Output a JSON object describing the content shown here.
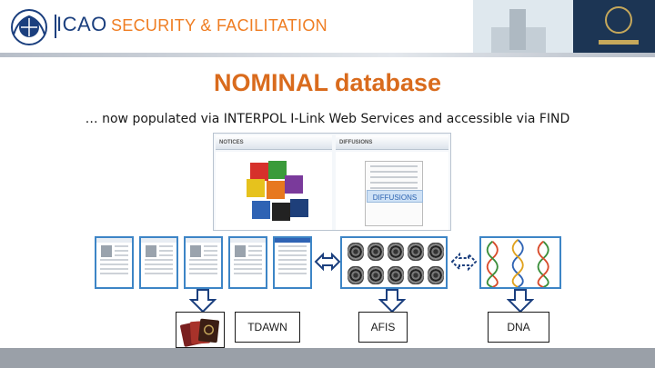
{
  "header": {
    "org": "ICAO",
    "division": "SECURITY & FACILITATION"
  },
  "slide": {
    "title": "NOMINAL database",
    "subtitle": "… now populated via INTERPOL I-Link Web Services and accessible via FIND"
  },
  "screenshot": {
    "tab_notices": "NOTICES",
    "tab_diffusions": "DIFFUSIONS",
    "diffusions_banner": "DIFFUSIONS"
  },
  "labels": {
    "tdawn": "TDAWN",
    "afis": "AFIS",
    "dna": "DNA"
  },
  "colors": {
    "title": "#d96b1d",
    "icao_blue": "#1b3f7e",
    "frame_blue": "#3d85c6",
    "footer": "#9aa0a8"
  }
}
